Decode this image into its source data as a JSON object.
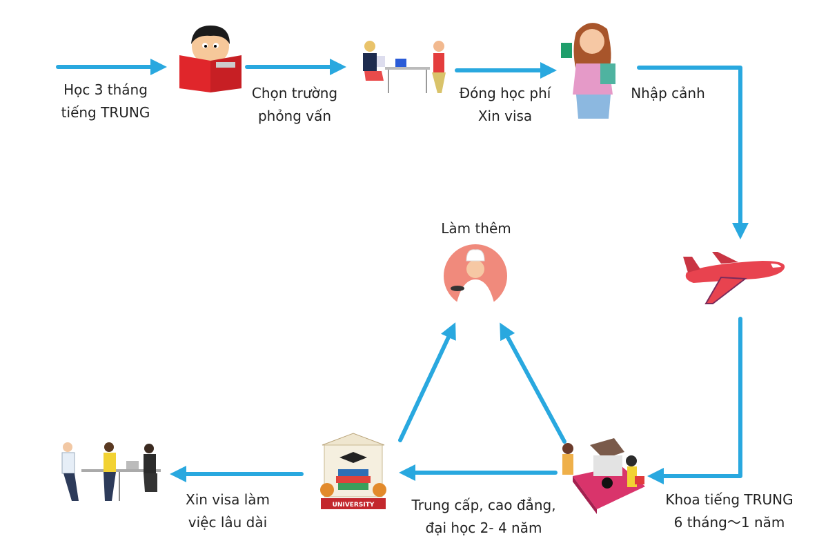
{
  "colors": {
    "arrow": "#29a8df",
    "book_red": "#e0262b",
    "plane": "#e8434f",
    "stage_pink": "#d9346b"
  },
  "steps": {
    "study_chinese": {
      "line1": "Học 3 tháng",
      "line2": "tiếng TRUNG",
      "icon": "reading-boy-icon"
    },
    "choose_school": {
      "line1": "Chọn trường",
      "line2": "phỏng vấn",
      "icon": "interview-icon"
    },
    "pay_fees": {
      "line1": "Đóng học phí",
      "line2": "Xin visa",
      "icon": "passport-girl-icon"
    },
    "entry": {
      "line1": "Nhập cảnh",
      "icon": "airplane-icon"
    },
    "language_course": {
      "line1": "Khoa tiếng TRUNG",
      "line2": "6 tháng～1 năm",
      "icon": "study-books-icon"
    },
    "part_time": {
      "line1": "Làm thêm",
      "icon": "chef-icon"
    },
    "degree": {
      "line1": "Trung cấp, cao đẳng,",
      "line2": "đại học 2- 4 năm",
      "icon": "university-icon",
      "badge": "UNIVERSITY"
    },
    "work_visa": {
      "line1": "Xin visa làm",
      "line2": "việc lâu dài",
      "icon": "office-team-icon"
    }
  }
}
